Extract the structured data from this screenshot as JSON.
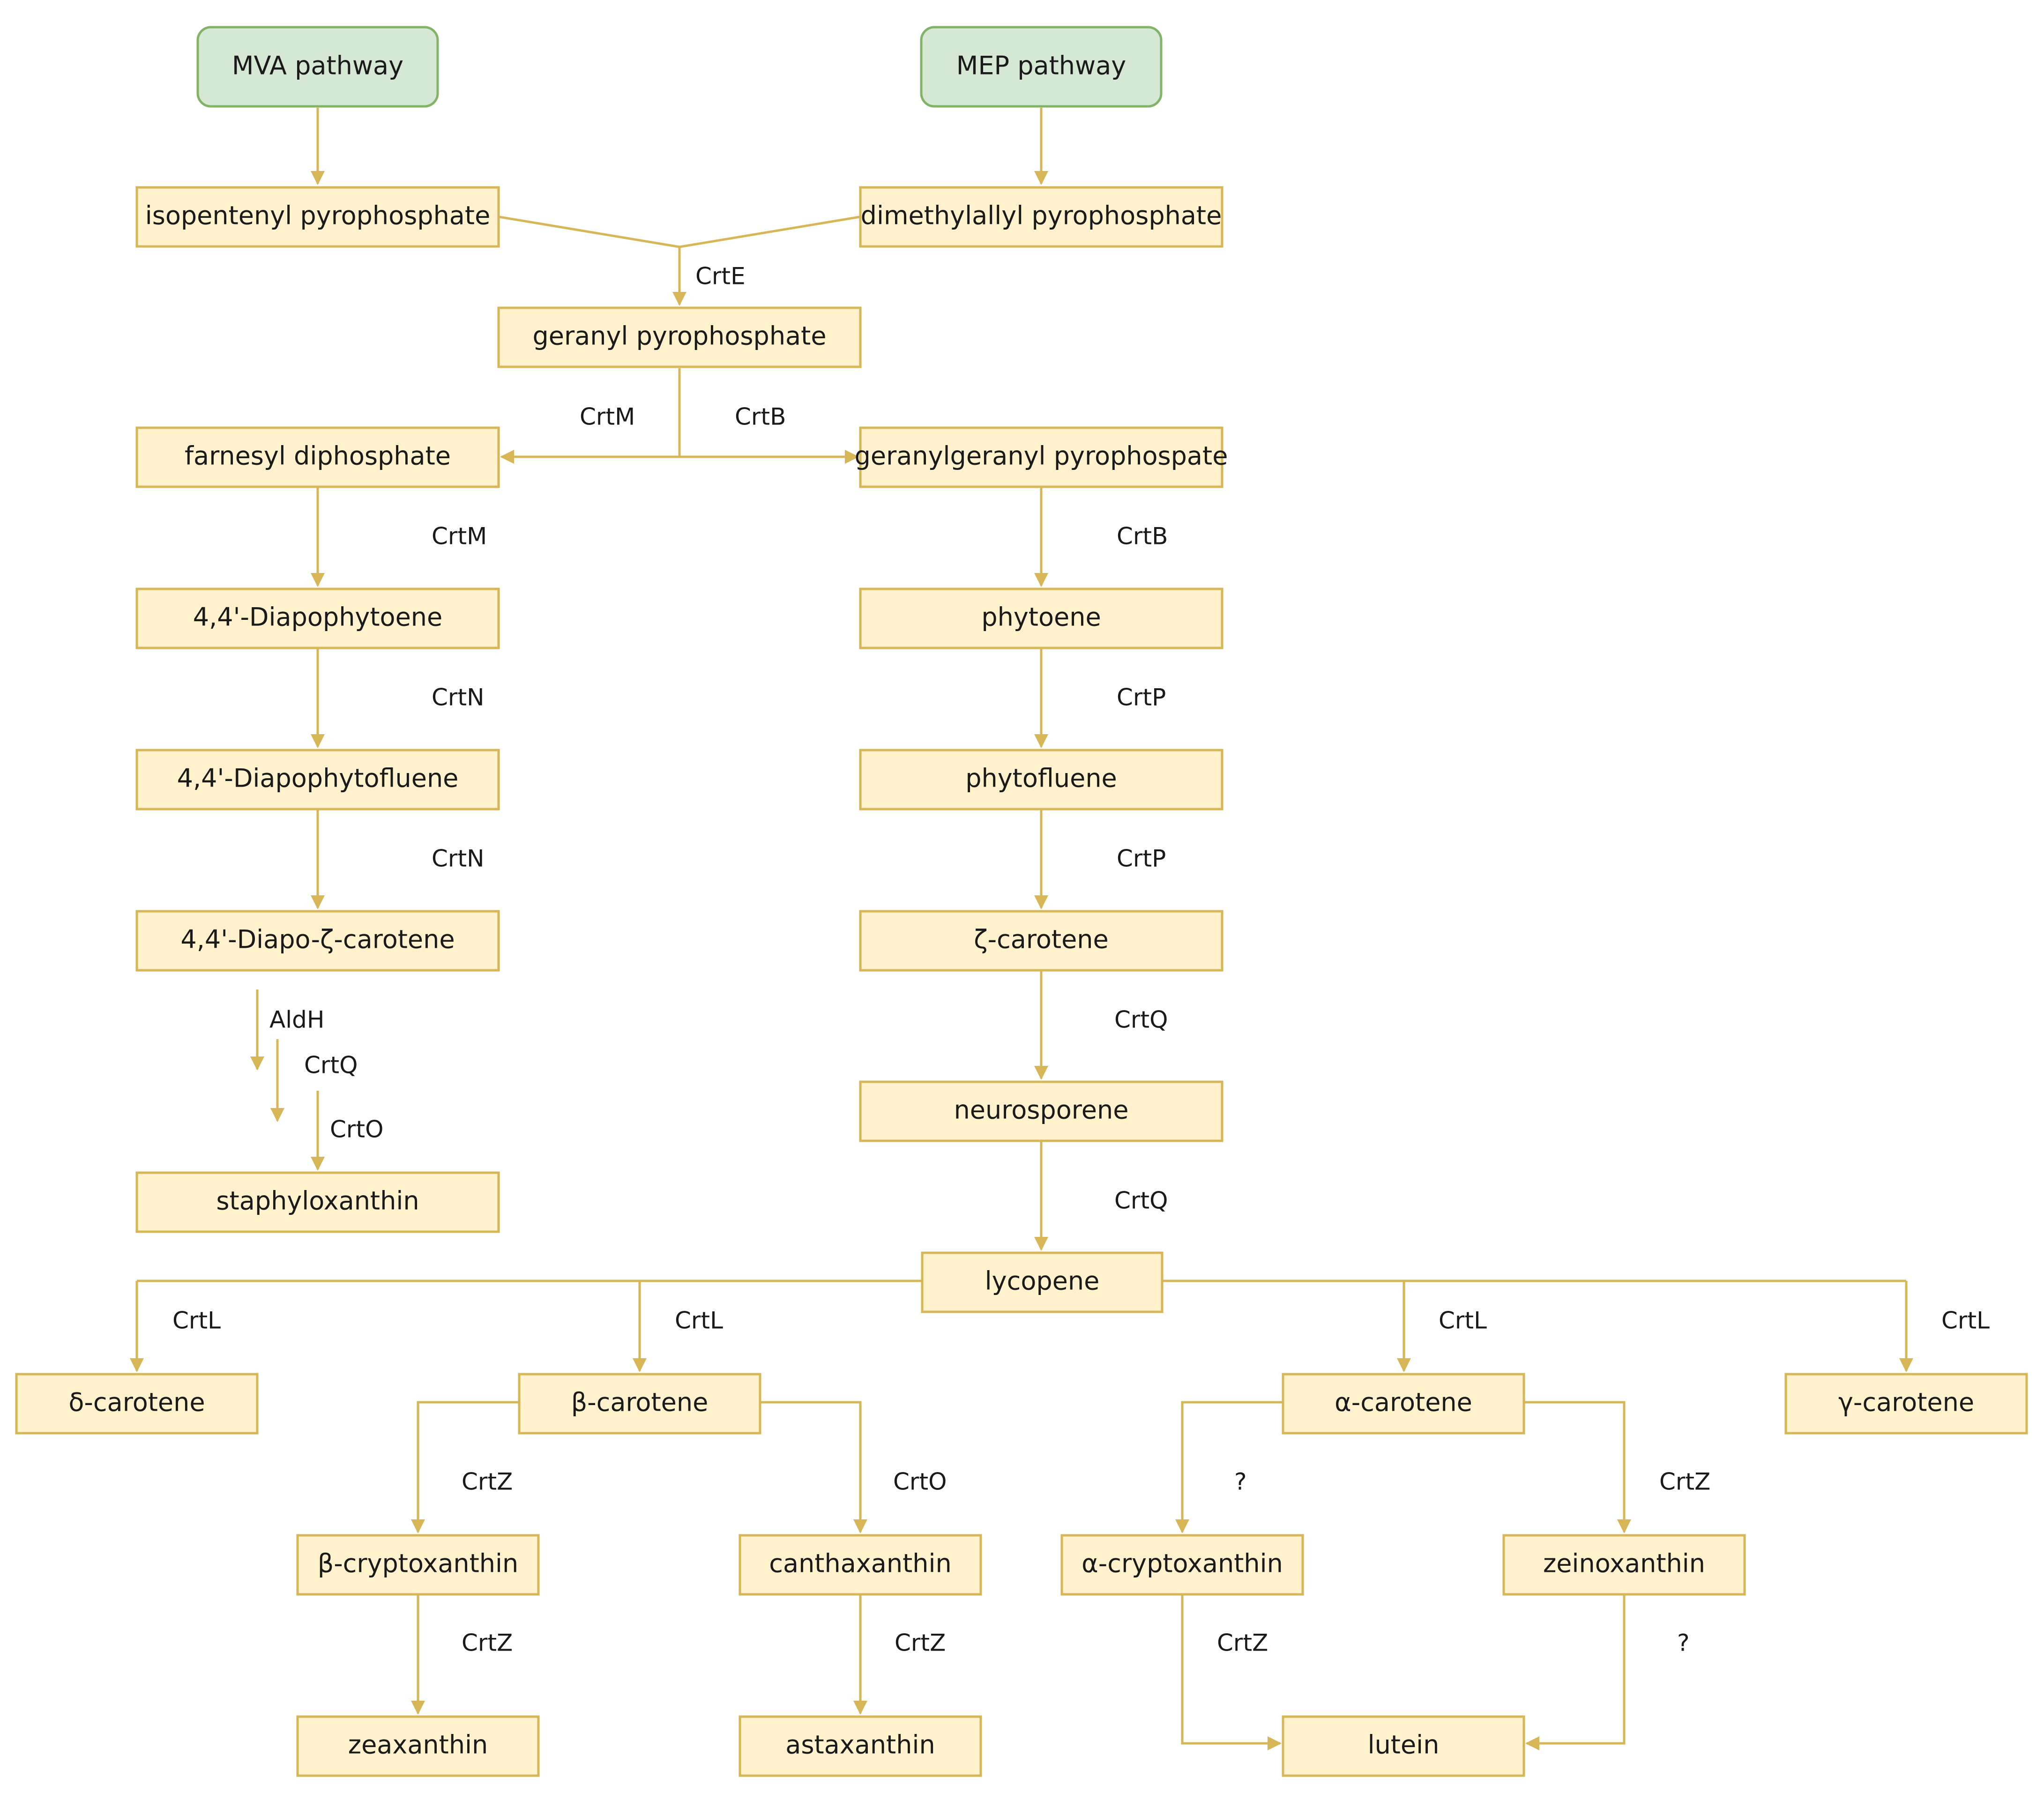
{
  "diagram": {
    "colors": {
      "compound_fill": "#fff2cc",
      "compound_stroke": "#d6b656",
      "pathway_fill": "#d5e8d4",
      "pathway_stroke": "#82b366",
      "edge": "#d6b656",
      "text": "#1a1a1a"
    },
    "nodes": {
      "mva": "MVA pathway",
      "mep": "MEP pathway",
      "ipp": "isopentenyl pyrophosphate",
      "dmapp": "dimethylallyl pyrophosphate",
      "gpp": "geranyl pyrophosphate",
      "fpp": "farnesyl diphosphate",
      "ggpp": "geranylgeranyl pyrophospate",
      "diapophytoene": "4,4'-Diapophytoene",
      "diapophytofluene": "4,4'-Diapophytofluene",
      "diapo_zeta_carotene": "4,4'-Diapo-ζ-carotene",
      "staphyloxanthin": "staphyloxanthin",
      "phytoene": "phytoene",
      "phytofluene": "phytofluene",
      "zeta_carotene": "ζ-carotene",
      "neurosporene": "neurosporene",
      "lycopene": "lycopene",
      "delta_carotene": "δ-carotene",
      "beta_carotene": "β-carotene",
      "alpha_carotene": "α-carotene",
      "gamma_carotene": "γ-carotene",
      "beta_cryptoxanthin": "β-cryptoxanthin",
      "canthaxanthin": "canthaxanthin",
      "alpha_cryptoxanthin": "α-cryptoxanthin",
      "zeinoxanthin": "zeinoxanthin",
      "zeaxanthin": "zeaxanthin",
      "astaxanthin": "astaxanthin",
      "lutein": "lutein"
    },
    "enzymes": {
      "crte": "CrtE",
      "crtm_split": "CrtM",
      "crtb_split": "CrtB",
      "crtm": "CrtM",
      "crtn_1": "CrtN",
      "crtn_2": "CrtN",
      "aldh": "AldH",
      "crtq_staph": "CrtQ",
      "crto_staph": "CrtO",
      "crtb": "CrtB",
      "crtp_1": "CrtP",
      "crtp_2": "CrtP",
      "crtq_1": "CrtQ",
      "crtq_2": "CrtQ",
      "crtl_delta": "CrtL",
      "crtl_beta": "CrtL",
      "crtl_alpha": "CrtL",
      "crtl_gamma": "CrtL",
      "crtz_bcrypto": "CrtZ",
      "crto_cantha": "CrtO",
      "unknown_acrypto": "?",
      "crtz_zeino": "CrtZ",
      "crtz_zeax": "CrtZ",
      "crtz_asta": "CrtZ",
      "crtz_lutein": "CrtZ",
      "unknown_lutein": "?"
    }
  }
}
